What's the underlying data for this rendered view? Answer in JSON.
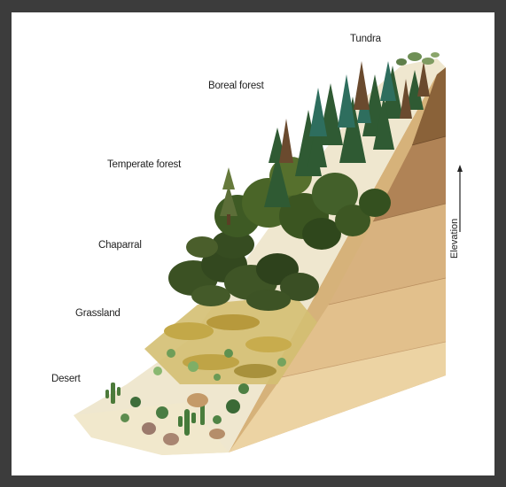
{
  "zones": [
    {
      "id": "tundra",
      "label": "Tundra"
    },
    {
      "id": "boreal",
      "label": "Boreal forest"
    },
    {
      "id": "temperate",
      "label": "Temperate forest"
    },
    {
      "id": "chaparral",
      "label": "Chaparral"
    },
    {
      "id": "grassland",
      "label": "Grassland"
    },
    {
      "id": "desert",
      "label": "Desert"
    }
  ],
  "axis": {
    "label": "Elevation"
  },
  "colors": {
    "page_background": "#3c3c3c",
    "frame": "#ffffff",
    "soil_light": "#e8d09a",
    "soil_mid": "#d3aa6a",
    "soil_dark": "#8a6239",
    "conifer": "#2f5a33",
    "broadleaf": "#3f5a22",
    "chaparral": "#364a22",
    "grass": "#c3a848",
    "sand": "#efe7cf"
  }
}
